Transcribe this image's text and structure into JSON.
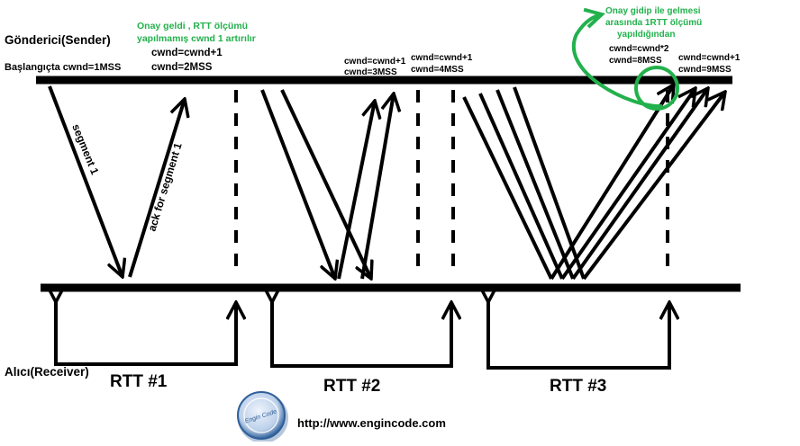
{
  "labels": {
    "sender": "Gönderici(Sender)",
    "receiver": "Alıcı(Receiver)",
    "initial_cwnd": "Başlangıçta cwnd=1MSS",
    "segment": "segment 1",
    "ack": "ack for segment 1",
    "note1_line1": "Onay geldi , RTT ölçümü",
    "note1_line2": "yapılmamış cwnd 1 artırılır",
    "note2_line1": "Onay gidip ile gelmesi",
    "note2_line2": "arasında 1RTT ölçümü",
    "note2_line3": "yapıldığından",
    "cwnd_a1": "cwnd=cwnd+1",
    "cwnd_a2": "cwnd=2MSS",
    "cwnd_b1": "cwnd=cwnd+1",
    "cwnd_b2": "cwnd=3MSS",
    "cwnd_c1": "cwnd=cwnd+1",
    "cwnd_c2": "cwnd=4MSS",
    "cwnd_d1": "cwnd=cwnd*2",
    "cwnd_d2": "cwnd=8MSS",
    "cwnd_e1": "cwnd=cwnd+1",
    "cwnd_e2": "cwnd=9MSS",
    "rtt1": "RTT #1",
    "rtt2": "RTT #2",
    "rtt3": "RTT #3",
    "logo": "Engin Code",
    "url": "http://www.engincode.com"
  },
  "colors": {
    "ink": "#000000",
    "note": "#22b14c",
    "logo_dark": "#2f5f99",
    "logo_light": "#dbe7f4"
  }
}
